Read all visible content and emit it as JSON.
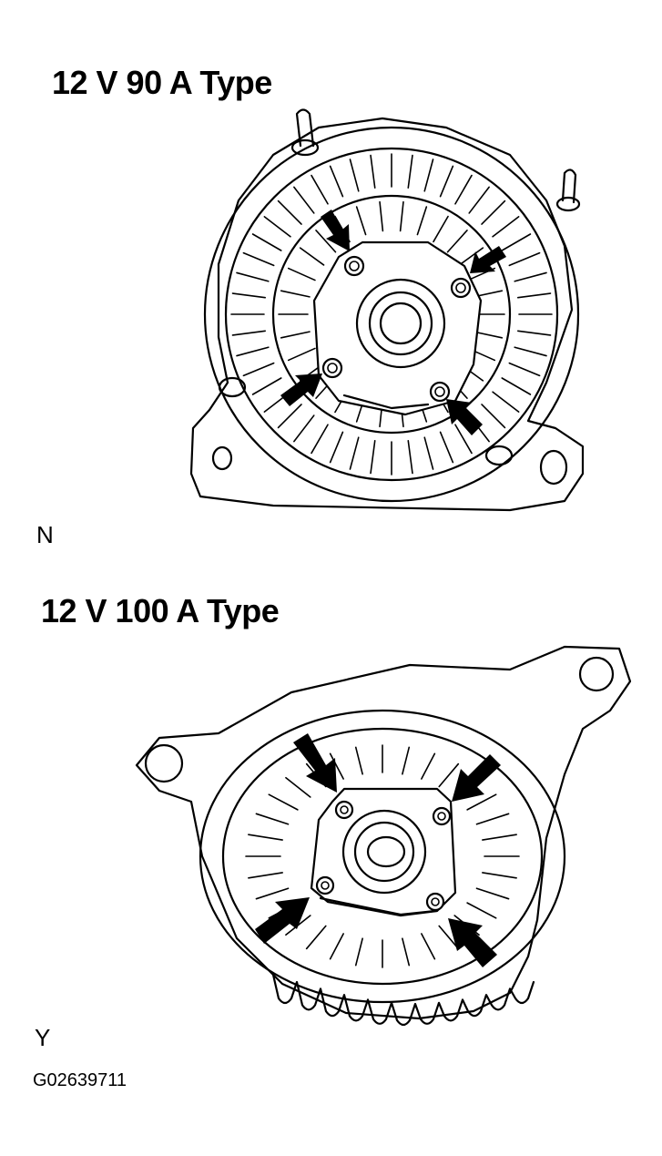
{
  "figure_a": {
    "title": "12 V 90 A Type",
    "mark": "N"
  },
  "figure_b": {
    "title": "12 V 100 A Type",
    "mark": "Y"
  },
  "figure_code": "G02639711"
}
